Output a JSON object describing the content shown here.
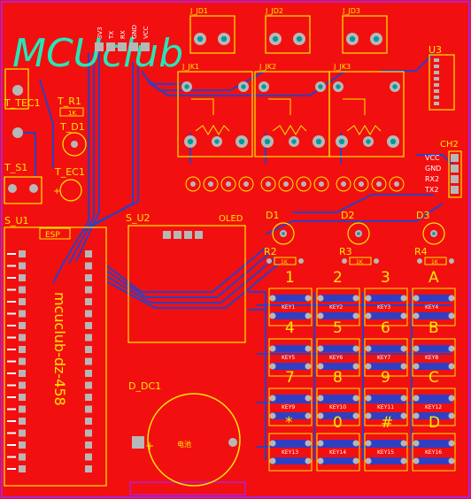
{
  "colors": {
    "copper": "#f20f0f",
    "silk": "#ffe900",
    "trace": "#2f3fc4",
    "pad": "#b7b7b7",
    "hole": "#009a9a",
    "logo": "#27e6b8",
    "outline": "#b11fd9"
  },
  "logo": "MCUclub",
  "board_vertical_text": "mcuclub-dz-458",
  "header_pins": [
    "3V3",
    "TX",
    "RX",
    "GND",
    "VCC"
  ],
  "designators": {
    "t_r1": "T_R1",
    "t_d1": "T_D1",
    "t_tec1": "T_TEC1",
    "t_ec1": "T_EC1",
    "t_s1": "T_S1",
    "s_u1": "S_U1",
    "s_u2": "S_U2",
    "esp": "ESP",
    "oled": "OLED",
    "u3": "U3",
    "ch2": "CH2",
    "d_dc1": "D_DC1",
    "jd": [
      "J_JD1",
      "J_JD2",
      "J_JD3"
    ],
    "jk": [
      "J_JK1",
      "J_JK2",
      "J_JK3"
    ],
    "d": [
      "D1",
      "D2",
      "D3"
    ],
    "r": [
      "R2",
      "R3",
      "R4"
    ],
    "r_value": "1K",
    "r1_value": "1K"
  },
  "ch2_pins": [
    "VCC",
    "GND",
    "RX2",
    "TX2"
  ],
  "keypad": {
    "labels": [
      "1",
      "2",
      "3",
      "A",
      "4",
      "5",
      "6",
      "B",
      "7",
      "8",
      "9",
      "C",
      "*",
      "0",
      "#",
      "D"
    ],
    "keys": [
      "KEY1",
      "KEY2",
      "KEY3",
      "KEY4",
      "KEY5",
      "KEY6",
      "KEY7",
      "KEY8",
      "KEY9",
      "KEY10",
      "KEY11",
      "KEY12",
      "KEY13",
      "KEY14",
      "KEY15",
      "KEY16"
    ]
  },
  "battery_label": "电池",
  "plus_sign": "+"
}
